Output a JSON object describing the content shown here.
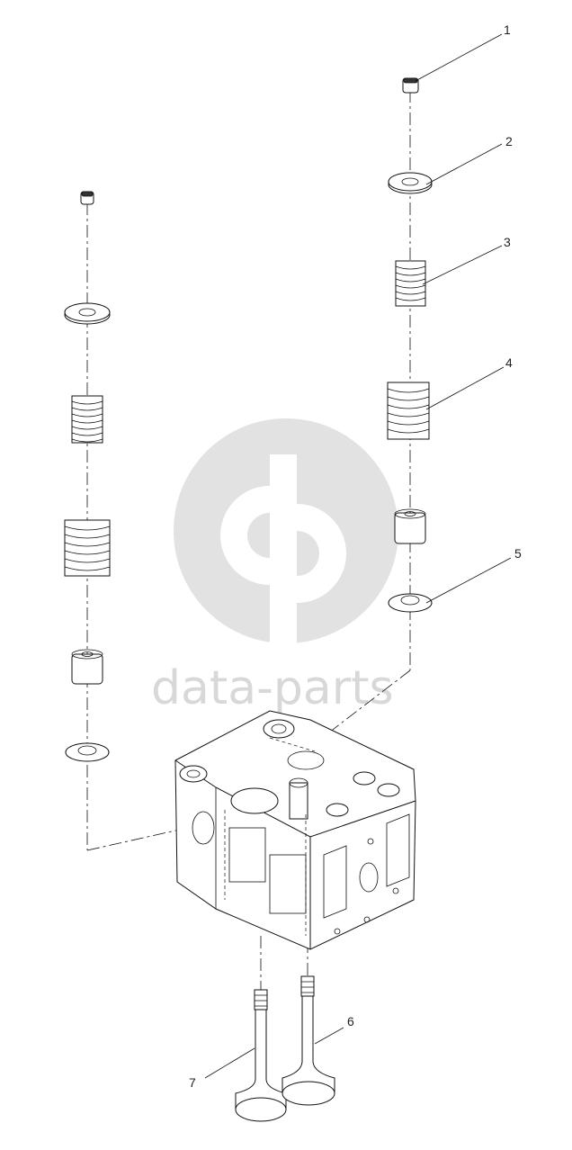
{
  "callouts": [
    {
      "id": "1",
      "label": "1"
    },
    {
      "id": "2",
      "label": "2"
    },
    {
      "id": "3",
      "label": "3"
    },
    {
      "id": "4",
      "label": "4"
    },
    {
      "id": "5",
      "label": "5"
    },
    {
      "id": "6",
      "label": "6"
    },
    {
      "id": "7",
      "label": "7"
    }
  ],
  "watermark": {
    "text": "data-parts",
    "color": "#d8d8d8"
  }
}
